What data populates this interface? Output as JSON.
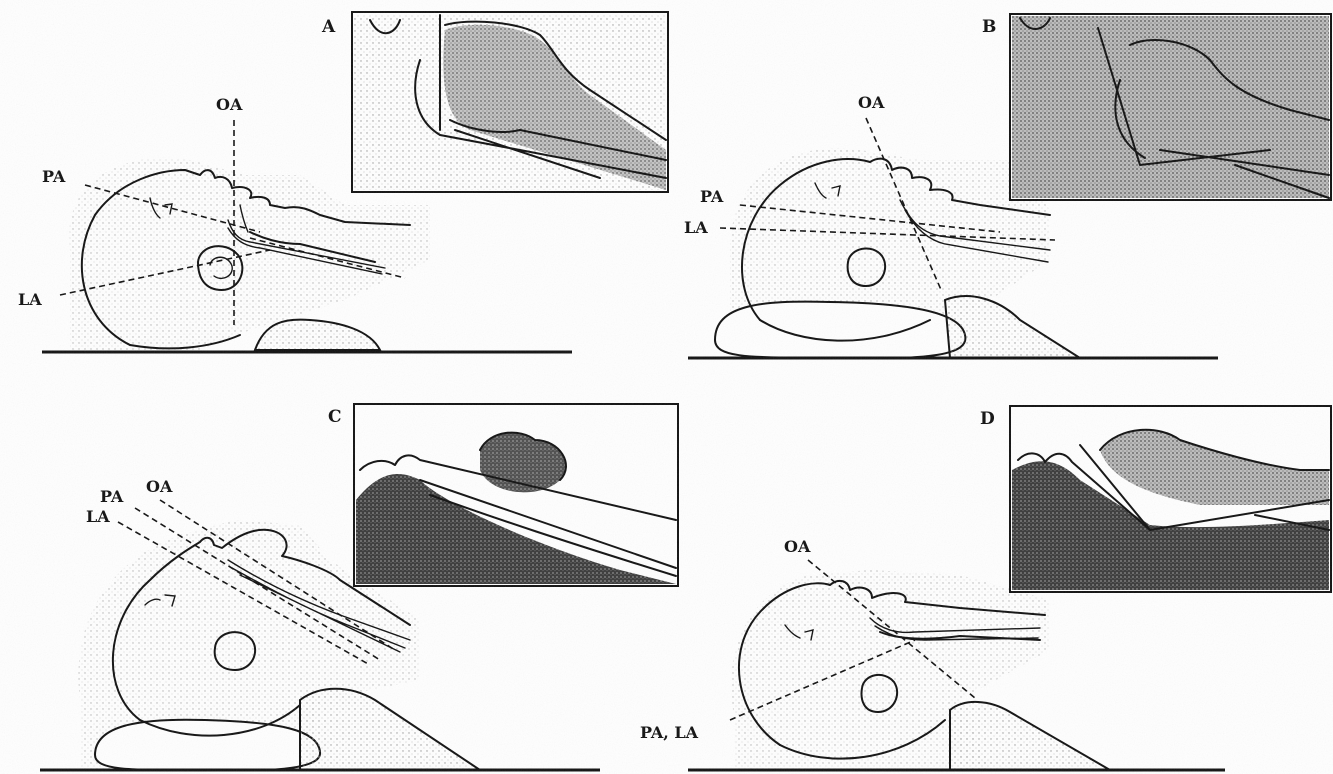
{
  "panels": [
    {
      "id": "A",
      "letter": "A",
      "labels": {
        "oa": "OA",
        "pa": "PA",
        "la": "LA"
      }
    },
    {
      "id": "B",
      "letter": "B",
      "labels": {
        "oa": "OA",
        "pa": "PA",
        "la": "LA"
      }
    },
    {
      "id": "C",
      "letter": "C",
      "labels": {
        "oa": "OA",
        "pa": "PA",
        "la": "LA"
      }
    },
    {
      "id": "D",
      "letter": "D",
      "labels": {
        "oa": "OA",
        "pa_la": "PA, LA"
      }
    }
  ],
  "colors": {
    "ink": "#111111",
    "background": "#ffffff",
    "stipple_light": "#d9d9d9",
    "stipple_dark": "#6f6f6f",
    "stipple_black": "#2e2e2e"
  }
}
